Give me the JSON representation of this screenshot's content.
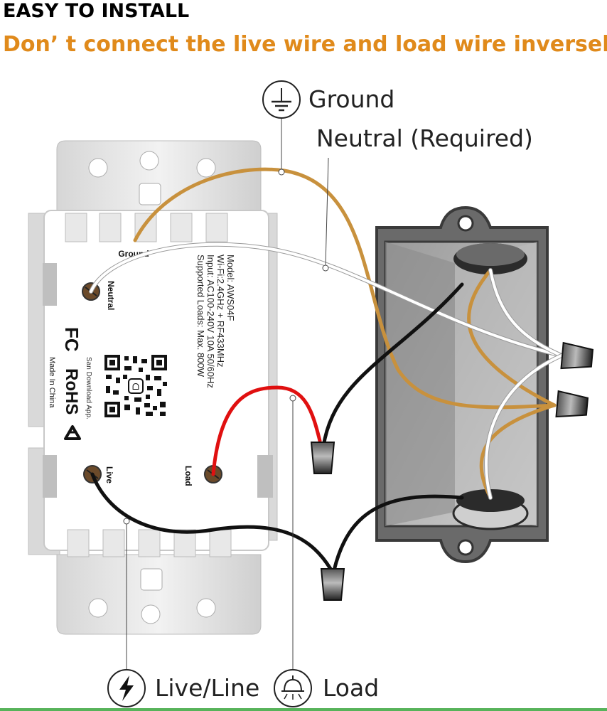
{
  "header": {
    "title": "EASY TO INSTALL",
    "warning": "Don’ t connect the live wire and load wire inversely."
  },
  "callouts": {
    "ground": "Ground",
    "neutral": "Neutral (Required)",
    "live": "Live/Line",
    "load": "Load"
  },
  "switch": {
    "terminal_ground": "Ground",
    "terminal_neutral": "Neutral",
    "terminal_live": "Live",
    "terminal_load": "Load",
    "model": "Model:  AWS04F",
    "wifi": "Wi-Fi:2.4GHz + RF433MHz",
    "input": "Input: AC100-240V 10A 50/60Hz",
    "loads": "Supported Loads: Max. 800W",
    "scan": "San Download App.",
    "fcc": "FC",
    "rohs": "RoHS",
    "made_in": "Made In China"
  },
  "icons": {
    "ground": "ground-symbol-icon",
    "live": "lightning-bolt-icon",
    "load": "lamp-icon",
    "recycle": "recycle-icon",
    "qr": "qr-code"
  },
  "colors": {
    "title": "#000000",
    "warning": "#e08a1b",
    "ground_wire": "#c8913d",
    "neutral_wire": "#ffffff",
    "live_wire": "#111111",
    "load_wire": "#e01010",
    "box": "#555555"
  }
}
